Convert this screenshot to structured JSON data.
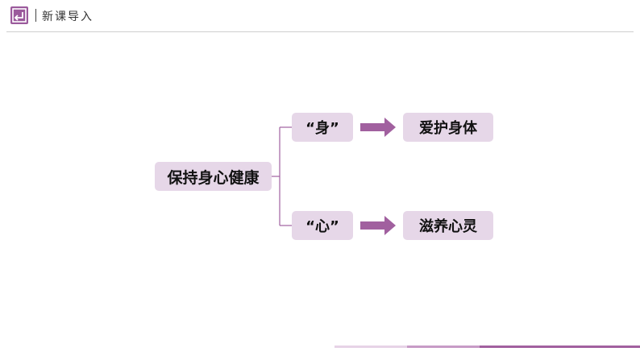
{
  "header": {
    "title": "新课导入",
    "icon": "return-arrow-icon",
    "accent_color": "#9b5a9c"
  },
  "diagram": {
    "root": "保持身心健康",
    "branches": [
      {
        "label": "“身”",
        "result": "爱护身体"
      },
      {
        "label": "“心”",
        "result": "滋养心灵"
      }
    ],
    "box_color": "#e6d7e8",
    "line_color": "#a1609f",
    "arrow_color": "#a1609f"
  }
}
